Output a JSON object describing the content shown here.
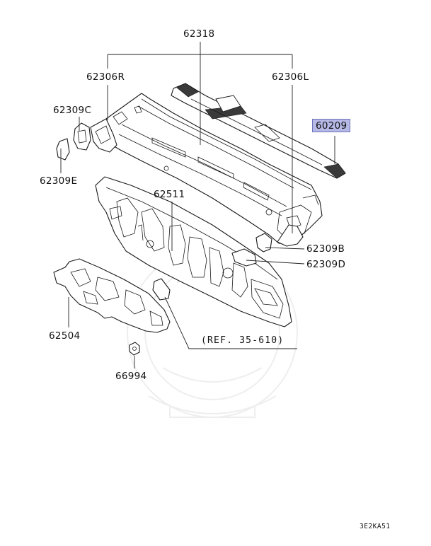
{
  "diagram": {
    "callouts": [
      {
        "id": "p62318",
        "text": "62318"
      },
      {
        "id": "p62306R",
        "text": "62306R"
      },
      {
        "id": "p62306L",
        "text": "62306L"
      },
      {
        "id": "p62309C",
        "text": "62309C"
      },
      {
        "id": "p60209",
        "text": "60209",
        "highlighted": true
      },
      {
        "id": "p62309E",
        "text": "62309E"
      },
      {
        "id": "p62511",
        "text": "62511"
      },
      {
        "id": "p62309B",
        "text": "62309B"
      },
      {
        "id": "p62309D",
        "text": "62309D"
      },
      {
        "id": "p62504",
        "text": "62504"
      },
      {
        "id": "p66994",
        "text": "66994"
      }
    ],
    "reference": "(REF. 35-610)",
    "diagram_code": "3E2KA51",
    "highlight_color": "#b6b9e6"
  }
}
